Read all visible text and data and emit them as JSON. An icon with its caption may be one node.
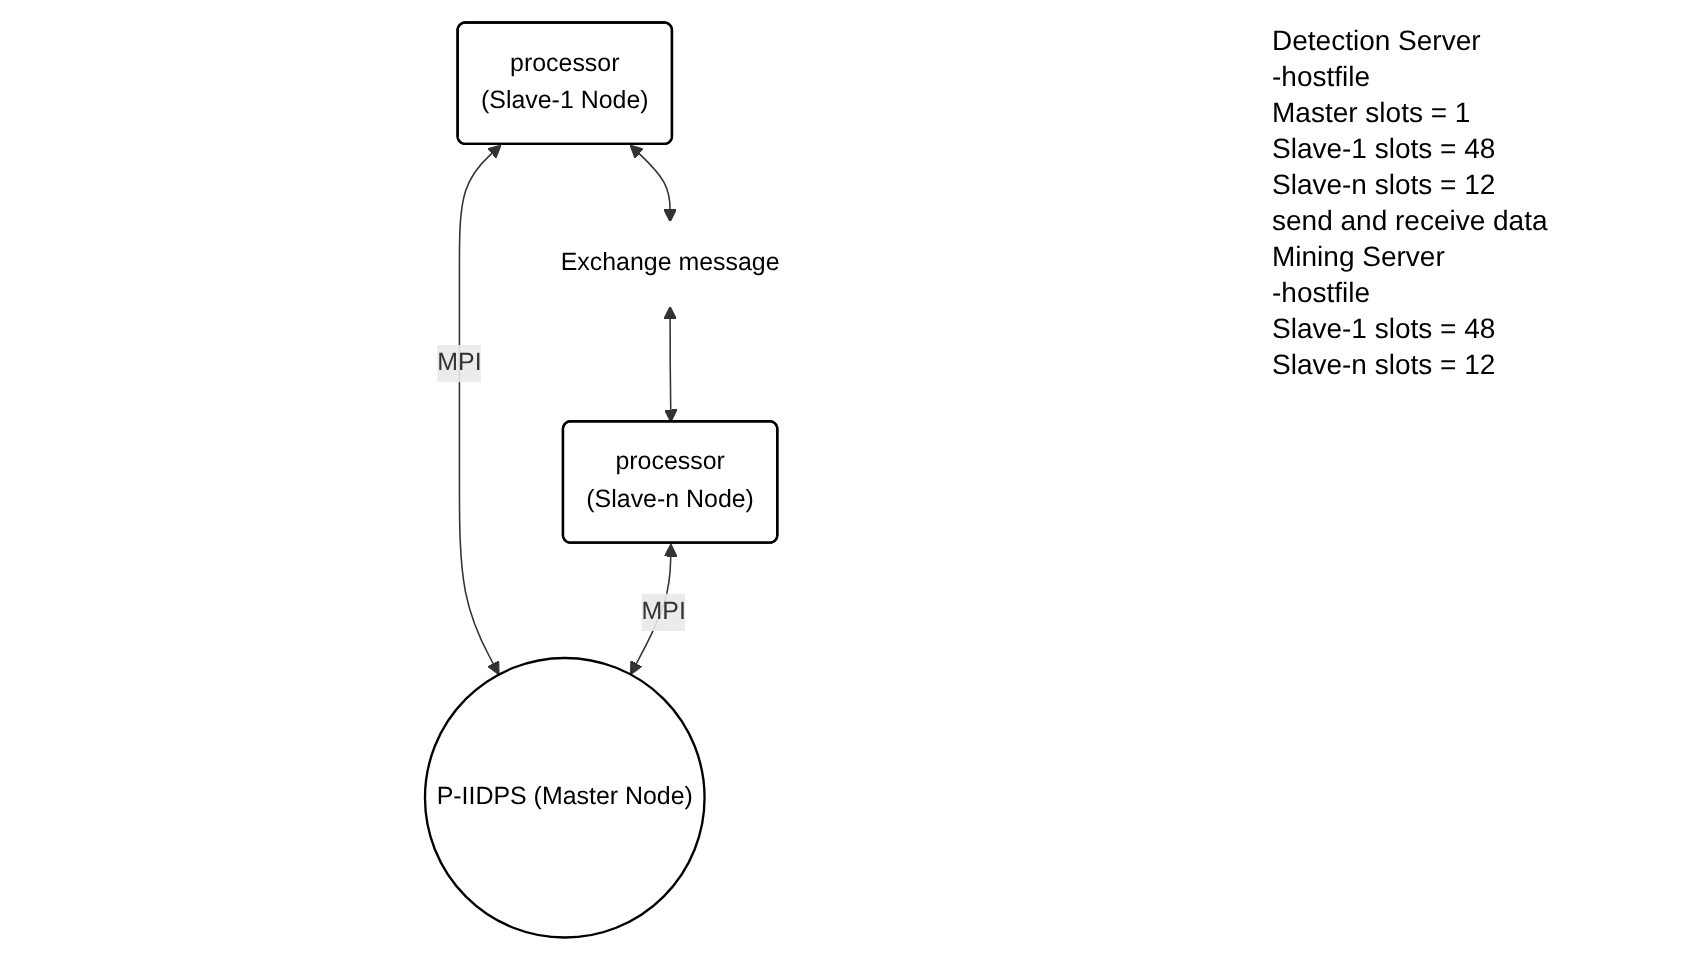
{
  "diagram": {
    "nodes": [
      {
        "text": [
          "P-IIDPS (Master Node)"
        ]
      },
      {
        "text": [
          "processor",
          "(Slave-1 Node)"
        ]
      },
      {
        "text": [
          "Exchange message"
        ]
      },
      {
        "text": [
          "processor",
          "(Slave-n Node)"
        ]
      }
    ],
    "edges": [
      {
        "from": 1,
        "to": 0,
        "arrow": "both",
        "label": "MPI"
      },
      {
        "from": 3,
        "to": 0,
        "arrow": "both",
        "label": "MPI"
      },
      {
        "from": 1,
        "to": 2,
        "arrow": "both"
      },
      {
        "from": 2,
        "to": 3,
        "arrow": "both"
      }
    ],
    "labels": [
      "Detection Server",
      "-hostfile",
      "Master slots = 1",
      "Slave-1 slots = 48",
      "Slave-n slots = 12",
      "send and receive data",
      "Mining Server",
      "-hostfile",
      "Slave-1 slots = 48",
      "Slave-n slots = 12"
    ]
  }
}
